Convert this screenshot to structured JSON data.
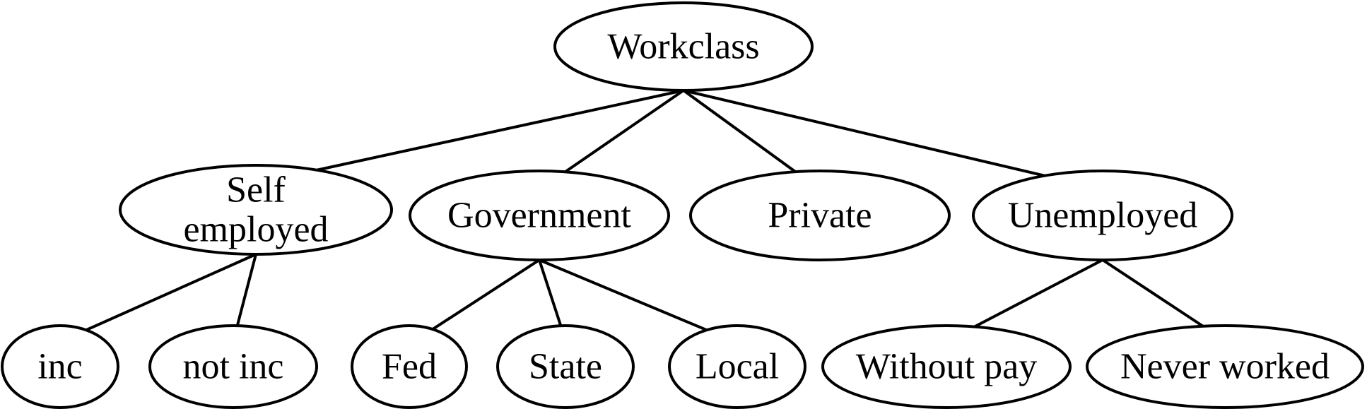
{
  "diagram": {
    "type": "tree",
    "root": "workclass",
    "nodes": {
      "workclass": {
        "label": [
          "Workclass"
        ]
      },
      "self_employed": {
        "label": [
          "Self",
          "employed"
        ]
      },
      "government": {
        "label": [
          "Government"
        ]
      },
      "private": {
        "label": [
          "Private"
        ]
      },
      "unemployed": {
        "label": [
          "Unemployed"
        ]
      },
      "inc": {
        "label": [
          "inc"
        ]
      },
      "not_inc": {
        "label": [
          "not inc"
        ]
      },
      "fed": {
        "label": [
          "Fed"
        ]
      },
      "state": {
        "label": [
          "State"
        ]
      },
      "local": {
        "label": [
          "Local"
        ]
      },
      "without_pay": {
        "label": [
          "Without pay"
        ]
      },
      "never_worked": {
        "label": [
          "Never worked"
        ]
      }
    },
    "edges": [
      [
        "workclass",
        "self_employed"
      ],
      [
        "workclass",
        "government"
      ],
      [
        "workclass",
        "private"
      ],
      [
        "workclass",
        "unemployed"
      ],
      [
        "self_employed",
        "inc"
      ],
      [
        "self_employed",
        "not_inc"
      ],
      [
        "government",
        "fed"
      ],
      [
        "government",
        "state"
      ],
      [
        "government",
        "local"
      ],
      [
        "unemployed",
        "without_pay"
      ],
      [
        "unemployed",
        "never_worked"
      ]
    ]
  }
}
